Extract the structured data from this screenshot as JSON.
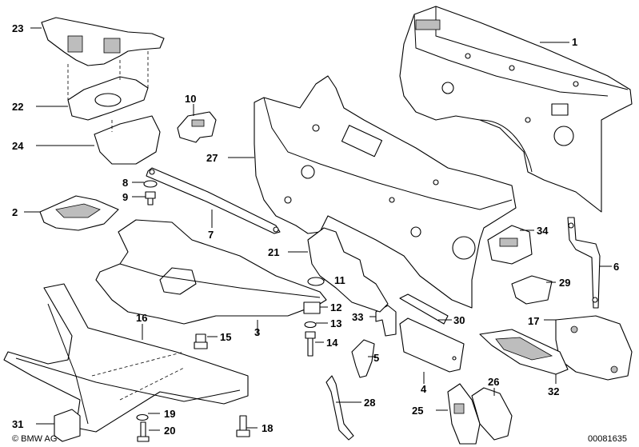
{
  "callouts": [
    {
      "id": "1",
      "text": "1"
    },
    {
      "id": "2",
      "text": "2"
    },
    {
      "id": "3",
      "text": "3"
    },
    {
      "id": "4",
      "text": "4"
    },
    {
      "id": "5",
      "text": "5"
    },
    {
      "id": "6",
      "text": "6"
    },
    {
      "id": "7",
      "text": "7"
    },
    {
      "id": "8",
      "text": "8"
    },
    {
      "id": "9",
      "text": "9"
    },
    {
      "id": "10",
      "text": "10"
    },
    {
      "id": "11",
      "text": "11"
    },
    {
      "id": "12",
      "text": "12"
    },
    {
      "id": "13",
      "text": "13"
    },
    {
      "id": "14",
      "text": "14"
    },
    {
      "id": "15",
      "text": "15"
    },
    {
      "id": "16",
      "text": "16"
    },
    {
      "id": "17",
      "text": "17"
    },
    {
      "id": "18",
      "text": "18"
    },
    {
      "id": "19",
      "text": "19"
    },
    {
      "id": "20",
      "text": "20"
    },
    {
      "id": "21",
      "text": "21"
    },
    {
      "id": "22",
      "text": "22"
    },
    {
      "id": "23",
      "text": "23"
    },
    {
      "id": "24",
      "text": "24"
    },
    {
      "id": "25",
      "text": "25"
    },
    {
      "id": "26",
      "text": "26"
    },
    {
      "id": "27",
      "text": "27"
    },
    {
      "id": "28",
      "text": "28"
    },
    {
      "id": "29",
      "text": "29"
    },
    {
      "id": "30",
      "text": "30"
    },
    {
      "id": "31",
      "text": "31"
    },
    {
      "id": "32",
      "text": "32"
    },
    {
      "id": "33",
      "text": "33"
    },
    {
      "id": "34",
      "text": "34"
    }
  ],
  "copyright": "© BMW AG",
  "drawing_number": "00081635",
  "colors": {
    "line": "#000000",
    "background": "#ffffff",
    "shade": "#bdbdbd"
  }
}
